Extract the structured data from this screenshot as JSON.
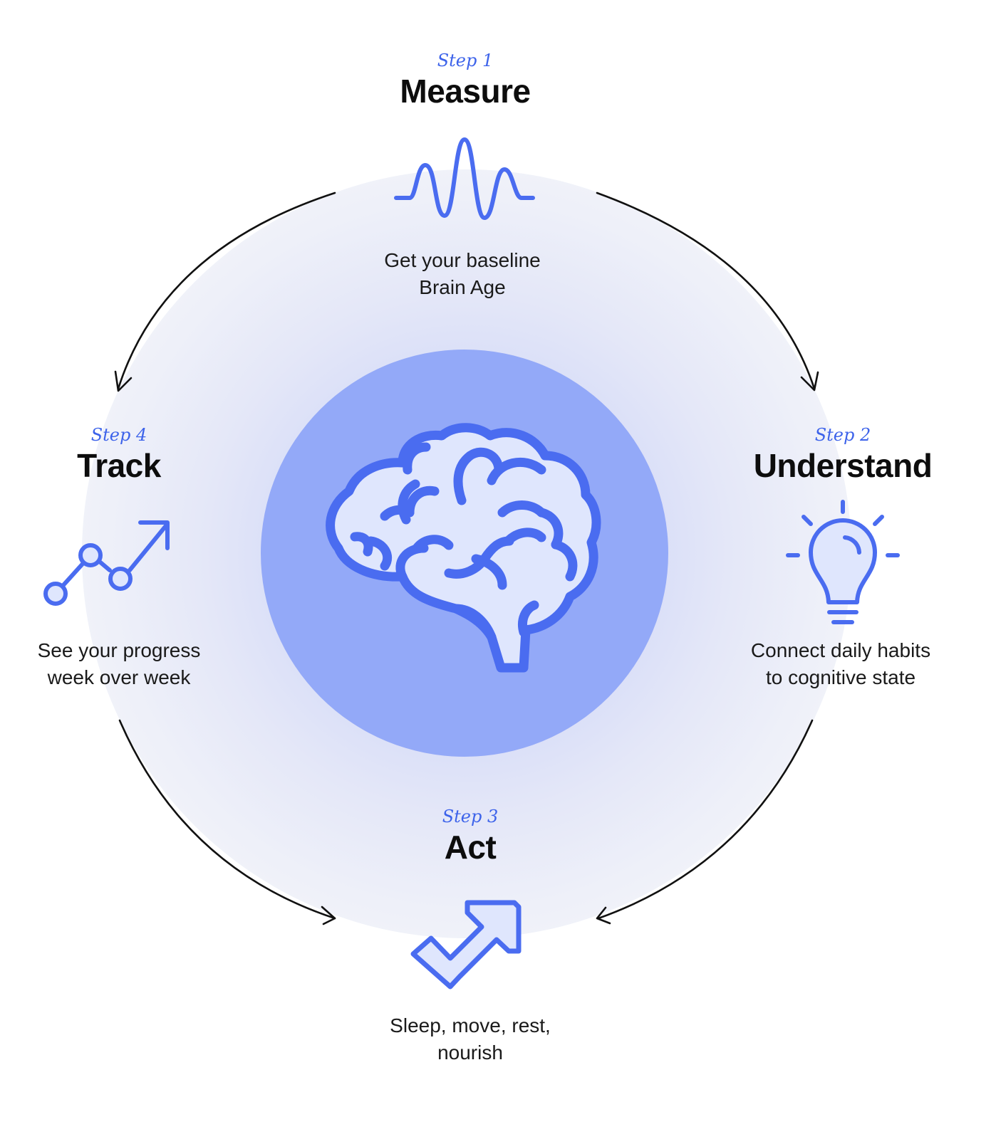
{
  "steps": [
    {
      "id": "measure",
      "label": "Step 1",
      "title": "Measure",
      "description_line1": "Get your baseline",
      "description_line2": "Brain Age",
      "icon": "brain-wave-icon"
    },
    {
      "id": "understand",
      "label": "Step 2",
      "title": "Understand",
      "description_line1": "Connect daily habits",
      "description_line2": "to cognitive state",
      "icon": "lightbulb-icon"
    },
    {
      "id": "act",
      "label": "Step 3",
      "title": "Act",
      "description_line1": "Sleep, move, rest,",
      "description_line2": "nourish",
      "icon": "check-arrow-icon"
    },
    {
      "id": "track",
      "label": "Step 4",
      "title": "Track",
      "description_line1": "See your progress",
      "description_line2": "week over week",
      "icon": "trend-line-icon"
    }
  ],
  "center_icon": "brain-icon",
  "colors": {
    "accent": "#3d63ea",
    "icon_stroke": "#4a6cf0",
    "icon_fill": "#dfe6fd",
    "core_circle": "#93a9f8",
    "arrow": "#111111",
    "text": "#0d0d0d"
  }
}
